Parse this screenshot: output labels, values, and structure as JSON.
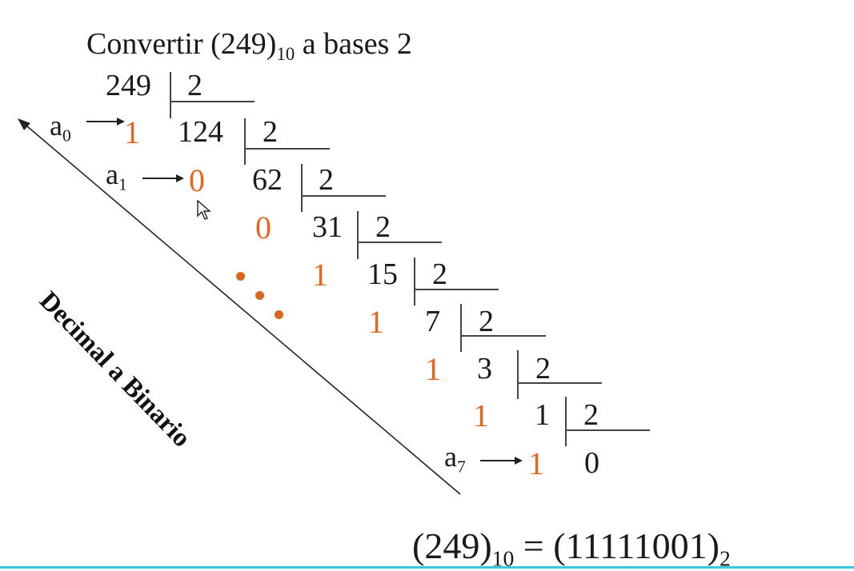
{
  "title": {
    "prefix": "Convertir (249)",
    "sub": "10",
    "suffix": " a bases 2"
  },
  "divisor": "2",
  "rows": [
    {
      "dividend": "249",
      "remainder": ""
    },
    {
      "dividend": "124",
      "remainder": "1"
    },
    {
      "dividend": "62",
      "remainder": "0"
    },
    {
      "dividend": "31",
      "remainder": "0"
    },
    {
      "dividend": "15",
      "remainder": "1"
    },
    {
      "dividend": "7",
      "remainder": "1"
    },
    {
      "dividend": "3",
      "remainder": "1"
    },
    {
      "dividend": "1",
      "remainder": "1"
    },
    {
      "dividend": "0",
      "remainder": "1"
    }
  ],
  "labels": {
    "a0": {
      "base": "a",
      "sub": "0"
    },
    "a1": {
      "base": "a",
      "sub": "1"
    },
    "a7": {
      "base": "a",
      "sub": "7"
    }
  },
  "arrow_label": "Decimal a Binario",
  "result": {
    "lhs": "(249)",
    "lhs_sub": "10",
    "eq": " = ",
    "rhs": "(11111001)",
    "rhs_sub": "2"
  },
  "colors": {
    "remainder": "#e8641e",
    "dots": "#d9661f",
    "text": "#1a1a1a",
    "bottom_line": "#38c7e0"
  }
}
